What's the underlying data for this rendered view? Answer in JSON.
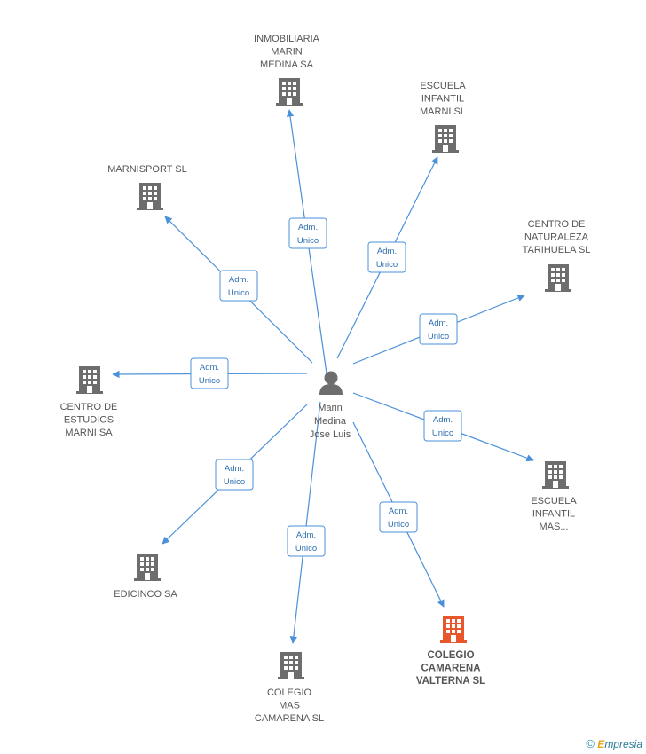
{
  "center": {
    "label_lines": [
      "Marin",
      "Medina",
      "Jose Luis"
    ]
  },
  "colors": {
    "edge": "#4a90d9",
    "building": "#6d6d6d",
    "building_highlight": "#e8572c",
    "person": "#6d6d6d"
  },
  "nodes": [
    {
      "id": "inmobiliaria",
      "label_lines": [
        "INMOBILIARIA",
        "MARIN",
        "MEDINA SA"
      ],
      "highlight": false,
      "edge_label_lines": [
        "Adm.",
        "Unico"
      ]
    },
    {
      "id": "escuela-marni",
      "label_lines": [
        "ESCUELA",
        "INFANTIL",
        "MARNI SL"
      ],
      "highlight": false,
      "edge_label_lines": [
        "Adm.",
        "Unico"
      ]
    },
    {
      "id": "marnisport",
      "label_lines": [
        "MARNISPORT SL"
      ],
      "highlight": false,
      "edge_label_lines": [
        "Adm.",
        "Unico"
      ]
    },
    {
      "id": "centro-naturaleza",
      "label_lines": [
        "CENTRO DE",
        "NATURALEZA",
        "TARIHUELA SL"
      ],
      "highlight": false,
      "edge_label_lines": [
        "Adm.",
        "Unico"
      ]
    },
    {
      "id": "centro-estudios",
      "label_lines": [
        "CENTRO DE",
        "ESTUDIOS",
        "MARNI SA"
      ],
      "highlight": false,
      "edge_label_lines": [
        "Adm.",
        "Unico"
      ]
    },
    {
      "id": "escuela-mas",
      "label_lines": [
        "ESCUELA",
        "INFANTIL",
        "MAS..."
      ],
      "highlight": false,
      "edge_label_lines": [
        "Adm.",
        "Unico"
      ]
    },
    {
      "id": "edicinco",
      "label_lines": [
        "EDICINCO SA"
      ],
      "highlight": false,
      "edge_label_lines": [
        "Adm.",
        "Unico"
      ]
    },
    {
      "id": "colegio-mas",
      "label_lines": [
        "COLEGIO",
        "MAS",
        "CAMARENA SL"
      ],
      "highlight": false,
      "edge_label_lines": [
        "Adm.",
        "Unico"
      ]
    },
    {
      "id": "colegio-camarena",
      "label_lines": [
        "COLEGIO",
        "CAMARENA",
        "VALTERNA SL"
      ],
      "highlight": true,
      "edge_label_lines": [
        "Adm.",
        "Unico"
      ]
    }
  ],
  "footer": {
    "copyright": "©",
    "brand_first": "E",
    "brand_rest": "mpresia"
  }
}
